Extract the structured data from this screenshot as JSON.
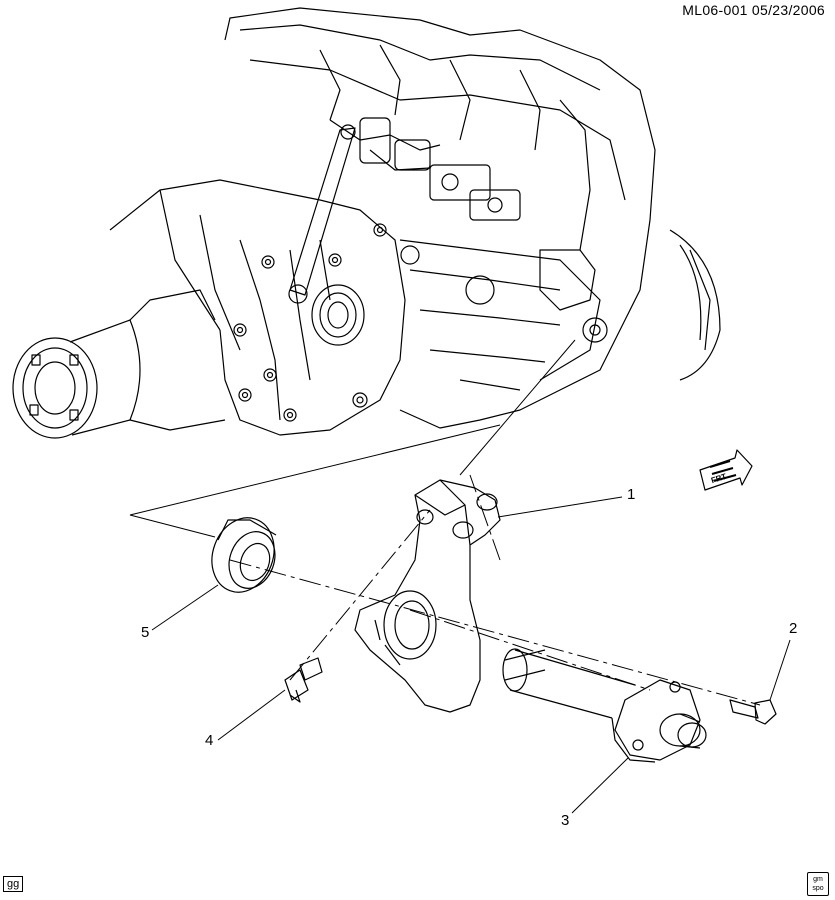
{
  "header": {
    "ref": "ML06-001  05/23/2006"
  },
  "callouts": [
    {
      "id": "1",
      "label": "1"
    },
    {
      "id": "2",
      "label": "2"
    },
    {
      "id": "3",
      "label": "3"
    },
    {
      "id": "4",
      "label": "4"
    },
    {
      "id": "5",
      "label": "5"
    }
  ],
  "corner_left": "gg",
  "corner_right": "gm spo",
  "arrow_text": "FRT",
  "colors": {
    "line": "#000000",
    "background": "#ffffff"
  }
}
